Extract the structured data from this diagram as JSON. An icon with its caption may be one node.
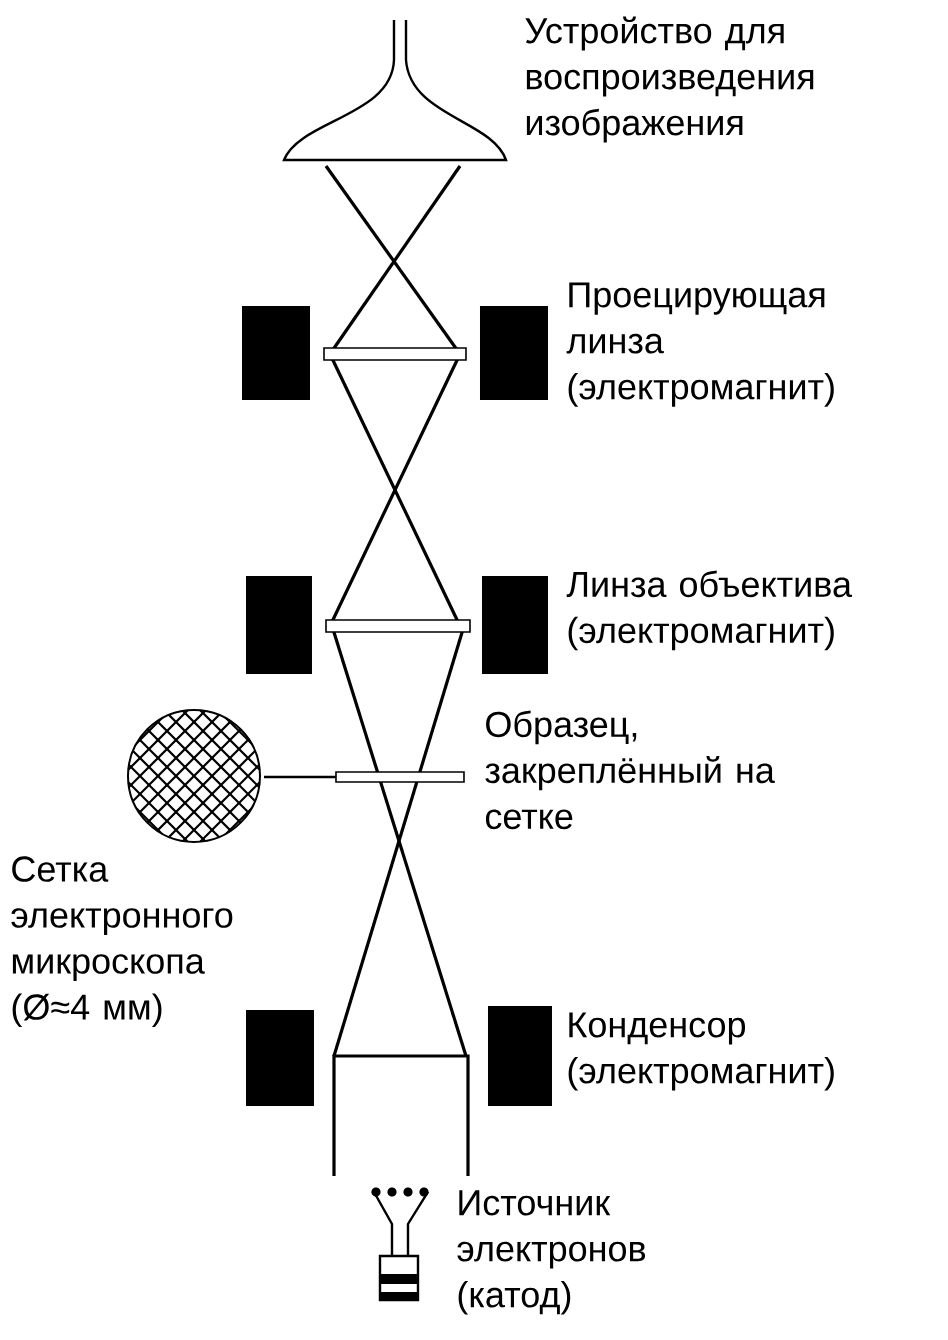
{
  "diagram": {
    "labels": [
      "Устройство для воспроизведения изображения",
      "Проецирующая линза (электромагнит)",
      "Линза объектива (электромагнит)",
      "Образец, закреплённый на сетке",
      "Сетка электронного микроскопа (Ø≈4 мм)",
      "Конденсор (электромагнит)",
      "Источник электронов (катод)"
    ]
  }
}
